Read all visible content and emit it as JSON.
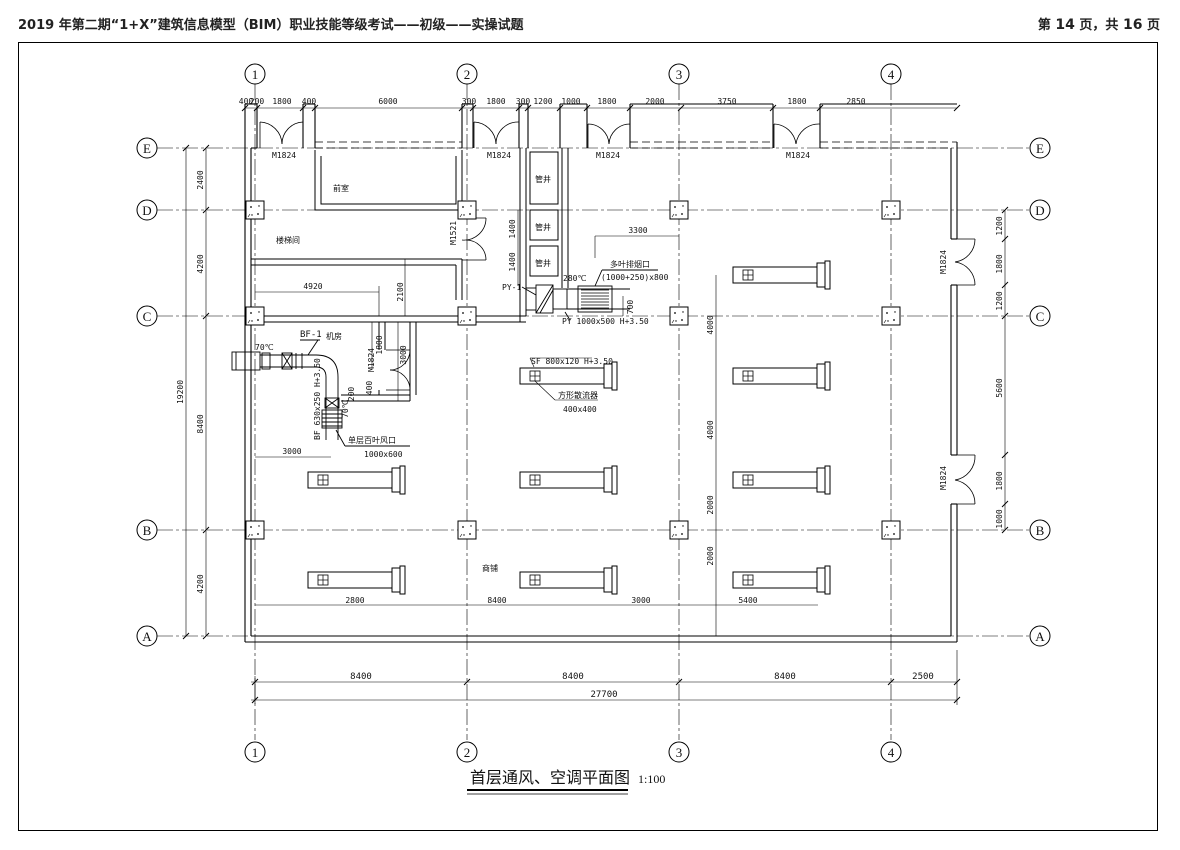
{
  "header": {
    "title": "2019 年第二期“1+X”建筑信息模型（BIM）职业技能等级考试——初级——实操试题",
    "page_prefix": "第",
    "page_current": "14",
    "page_mid": "页，共",
    "page_total": "16",
    "page_suffix": "页"
  },
  "drawing": {
    "title": "首层通风、空调平面图",
    "scale": "1:100",
    "axes_columns": [
      "1",
      "2",
      "3",
      "4"
    ],
    "axes_rows": [
      "E",
      "D",
      "C",
      "B",
      "A"
    ],
    "dims_top": [
      "400",
      "200",
      "1800",
      "400",
      "6000",
      "300",
      "1800",
      "300",
      "1200",
      "1000",
      "1800",
      "2000",
      "3750",
      "1800",
      "2850"
    ],
    "dims_bottom_spans": [
      "8400",
      "8400",
      "8400",
      "2500"
    ],
    "dims_bottom_total": "27700",
    "dims_left": [
      "2400",
      "4200",
      "8400",
      "4200"
    ],
    "dims_left_total": "19200",
    "dims_right": [
      "1200",
      "1800",
      "1200",
      "5600",
      "1800",
      "1000"
    ],
    "dims_interior": {
      "d4920": "4920",
      "d2100": "2100",
      "d1400a": "1400",
      "d1400b": "1400",
      "d3300": "3300",
      "d700": "700",
      "d1800v": "1800",
      "d3000v": "3000",
      "d200": "200",
      "d400": "400",
      "d3000h": "3000",
      "d4000a": "4000",
      "d4000b": "4000",
      "d2000a": "2000",
      "d2000b": "2000",
      "row_a": "2800",
      "row_b": "8400",
      "row_c": "3000",
      "row_d": "5400"
    },
    "doors": {
      "m1824_1": "M1824",
      "m1824_2": "M1824",
      "m1824_3": "M1824",
      "m1824_4": "M1824",
      "m1824_v": "M1824",
      "m1521": "M1521",
      "m1824_r1": "M1824",
      "m1824_r2": "M1824"
    },
    "rooms": {
      "qianshi": "前室",
      "louti": "楼梯间",
      "jifang": "机房",
      "shangpu": "商铺",
      "guanjing1": "管井",
      "guanjing2": "管井",
      "guanjing3": "管井"
    },
    "equipment": {
      "py_label": "PY-1",
      "temp_280": "280℃",
      "louver_label": "多叶排烟口",
      "louver_size": "(1000+250)x800",
      "py_duct": "PY 1000x500 H+3.50",
      "bf_label": "BF-1",
      "temp_70a": "70℃",
      "temp_70b": "70℃",
      "bf_duct": "BF 630x250 H+3.50",
      "louver2_label": "单层百叶风口",
      "louver2_size": "1000x600",
      "sf_duct": "SF 800x120 H+3.50",
      "diffuser_label": "方形散流器",
      "diffuser_size": "400x400"
    }
  }
}
